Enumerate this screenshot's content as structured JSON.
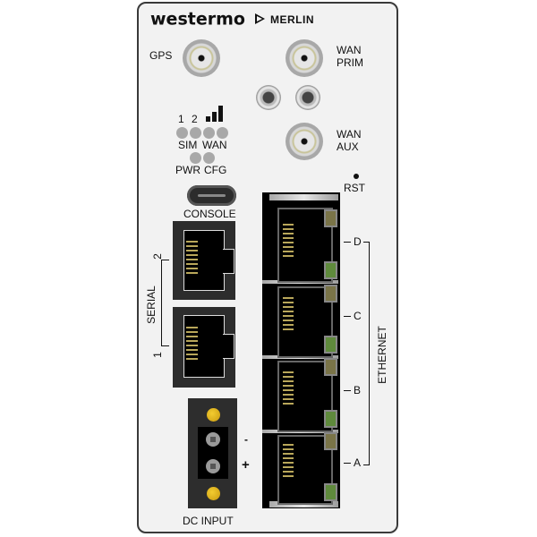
{
  "device": {
    "brand": "westermo",
    "model": "MERLIN"
  },
  "antennas": {
    "gps": "GPS",
    "wan_prim_line1": "WAN",
    "wan_prim_line2": "PRIM",
    "wan_aux_line1": "WAN",
    "wan_aux_line2": "AUX"
  },
  "leds": {
    "sim1": "1",
    "sim2": "2",
    "sim_label": "SIM",
    "wan_label": "WAN",
    "pwr_label": "PWR",
    "cfg_label": "CFG",
    "color_off": "#a8a8a8"
  },
  "ports": {
    "console": "CONSOLE",
    "rst": "RST",
    "serial_label": "SERIAL",
    "serial": [
      "2",
      "1"
    ],
    "ethernet_label": "ETHERNET",
    "ethernet": [
      "D",
      "C",
      "B",
      "A"
    ],
    "dc_input": "DC INPUT",
    "dc_minus": "-",
    "dc_plus": "+"
  },
  "colors": {
    "panel": "#f2f2f2",
    "border": "#3a3a3a",
    "pin_gold": "#b9a75a",
    "led_green": "#5f8a3c",
    "led_amber": "#7a7448"
  }
}
